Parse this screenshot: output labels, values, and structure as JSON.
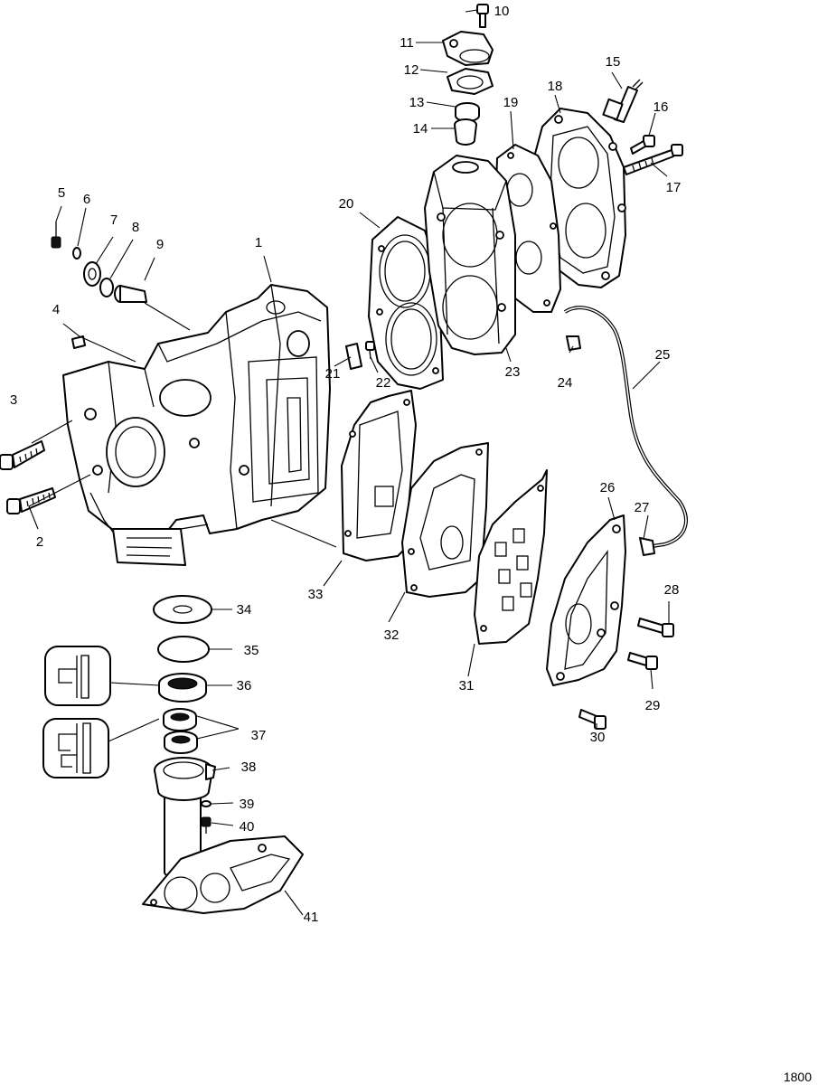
{
  "diagram": {
    "figure_number": "1800",
    "callouts": [
      "1",
      "2",
      "3",
      "4",
      "5",
      "6",
      "7",
      "8",
      "9",
      "10",
      "11",
      "12",
      "13",
      "14",
      "15",
      "16",
      "17",
      "18",
      "19",
      "20",
      "21",
      "22",
      "23",
      "24",
      "25",
      "26",
      "27",
      "28",
      "29",
      "30",
      "31",
      "32",
      "33",
      "34",
      "35",
      "36",
      "37",
      "38",
      "39",
      "40",
      "41"
    ]
  }
}
